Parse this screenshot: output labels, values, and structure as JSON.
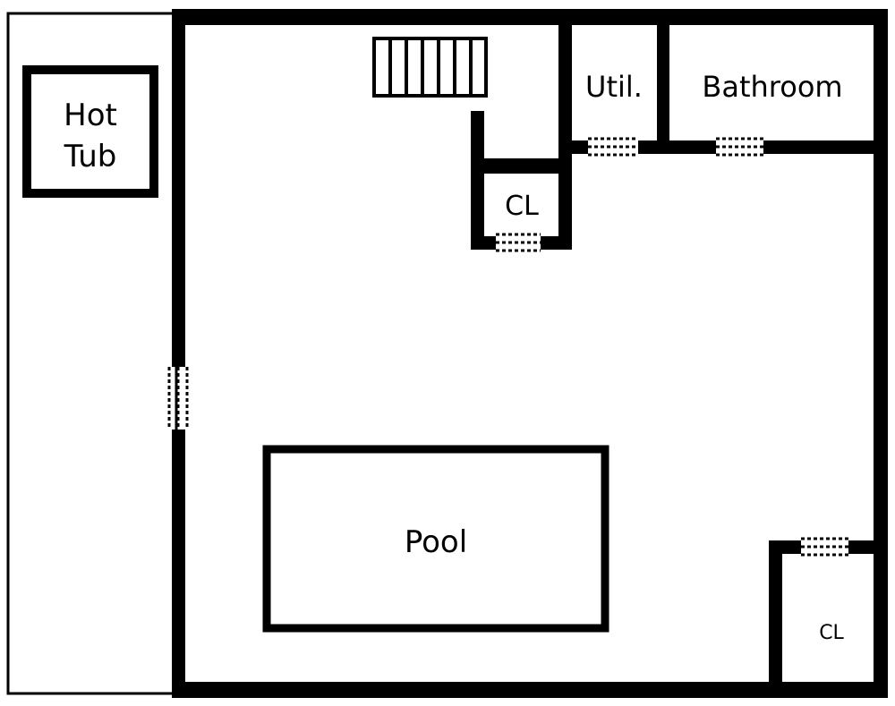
{
  "rooms": {
    "hot_tub": {
      "line1": "Hot",
      "line2": "Tub"
    },
    "utility": {
      "label": "Util."
    },
    "bathroom": {
      "label": "Bathroom"
    },
    "closet_upper": {
      "label": "CL"
    },
    "closet_lower": {
      "label": "CL"
    },
    "pool": {
      "label": "Pool"
    }
  },
  "colors": {
    "wall": "#000000",
    "background": "#ffffff"
  }
}
